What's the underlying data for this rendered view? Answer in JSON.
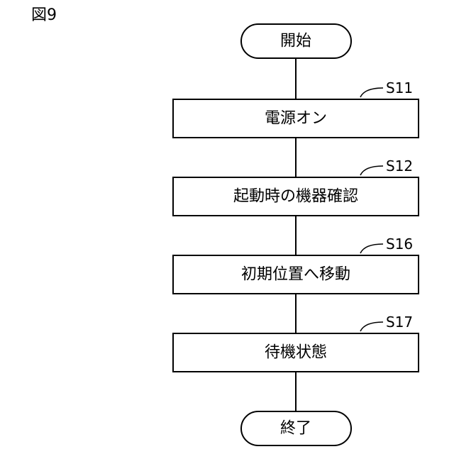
{
  "figure_label": "図9",
  "flowchart": {
    "start": "開始",
    "end": "終了",
    "steps": [
      {
        "id": "S11",
        "label": "電源オン"
      },
      {
        "id": "S12",
        "label": "起動時の機器確認"
      },
      {
        "id": "S16",
        "label": "初期位置へ移動"
      },
      {
        "id": "S17",
        "label": "待機状態"
      }
    ]
  }
}
